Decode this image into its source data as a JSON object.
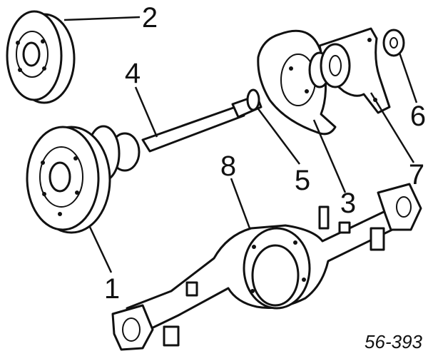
{
  "diagram": {
    "callouts": [
      "1",
      "2",
      "3",
      "4",
      "5",
      "6",
      "7",
      "8"
    ],
    "reference_code": "56-393"
  }
}
